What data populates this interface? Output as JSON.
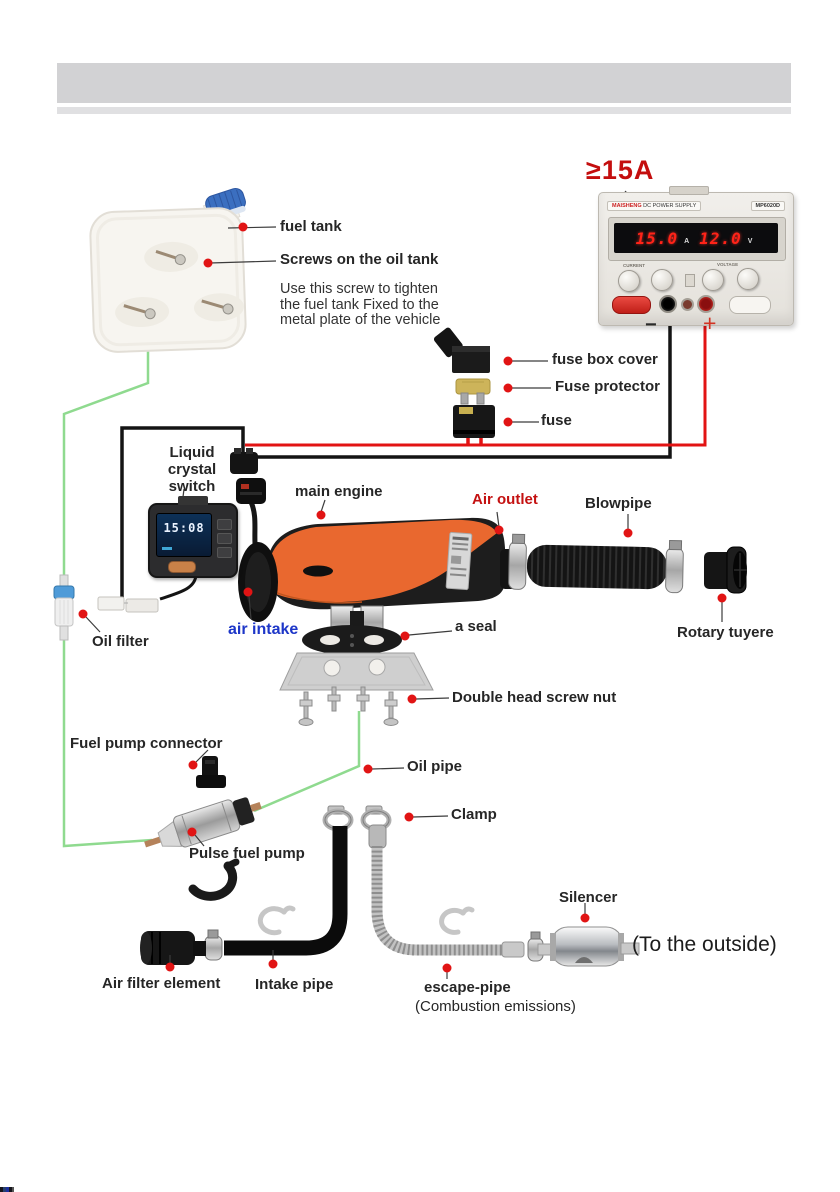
{
  "labels": {
    "fuel_tank": "fuel tank",
    "screws_on_tank": "Screws on the oil tank",
    "screw_note": "Use this screw to tighten\nthe fuel tank Fixed to the\nmetal plate of the vehicle",
    "min_current": "≥15A",
    "minus": "−",
    "plus": "+",
    "fuse_box_cover": "fuse box cover",
    "fuse_protector": "Fuse protector",
    "fuse": "fuse",
    "liquid_crystal_switch": "Liquid\ncrystal\nswitch",
    "main_engine": "main engine",
    "air_outlet": "Air outlet",
    "blowpipe": "Blowpipe",
    "rotary_tuyere": "Rotary tuyere",
    "a_seal": "a seal",
    "air_intake": "air intake",
    "oil_filter": "Oil filter",
    "double_head_screw_nut": "Double head screw nut",
    "fuel_pump_connector": "Fuel pump connector",
    "oil_pipe": "Oil pipe",
    "clamp": "Clamp",
    "pulse_fuel_pump": "Pulse fuel pump",
    "silencer": "Silencer",
    "to_the_outside": "(To the outside)",
    "escape_pipe": "escape-pipe",
    "combustion_emissions": "(Combustion emissions)",
    "air_filter_element": "Air filter element",
    "intake_pipe": "Intake pipe"
  },
  "power_supply": {
    "brand": "MAISHENG",
    "type": "DC POWER SUPPLY",
    "model": "MP6020D",
    "current_value": "15.0",
    "current_unit": "A",
    "voltage_value": "12.0",
    "voltage_unit": "V",
    "knob_label_current": "CURRENT",
    "knob_label_voltage": "VOLTAGE"
  },
  "lcd_switch": {
    "time": "15:08"
  },
  "colors": {
    "accent_red": "#c41111",
    "label_blue": "#1d36c8",
    "wire_green": "#8fda8f",
    "wire_red": "#e21313",
    "heater_orange": "#e9682f"
  }
}
